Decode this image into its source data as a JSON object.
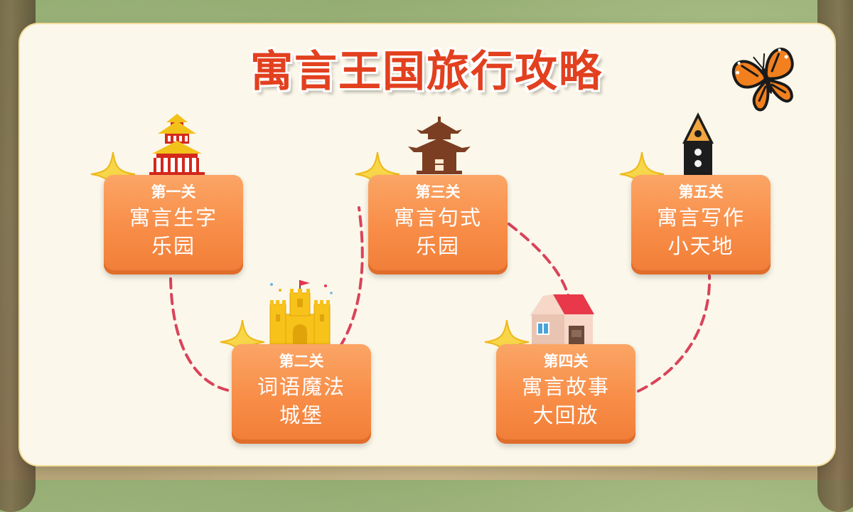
{
  "title": "寓言王国旅行攻略",
  "levels": [
    {
      "level": "第一关",
      "name_line1": "寓言生字",
      "name_line2": "乐园",
      "icon": "pagoda-icon"
    },
    {
      "level": "第二关",
      "name_line1": "词语魔法",
      "name_line2": "城堡",
      "icon": "castle-icon"
    },
    {
      "level": "第三关",
      "name_line1": "寓言句式",
      "name_line2": "乐园",
      "icon": "pavilion-icon"
    },
    {
      "level": "第四关",
      "name_line1": "寓言故事",
      "name_line2": "大回放",
      "icon": "house-icon"
    },
    {
      "level": "第五关",
      "name_line1": "寓言写作",
      "name_line2": "小天地",
      "icon": "birdhouse-icon"
    }
  ],
  "decorations": {
    "butterfly": "butterfly-icon",
    "sparkle": "star-icon"
  },
  "colors": {
    "title": "#e2401f",
    "card": "#f88d47",
    "path": "#d9435a",
    "panel": "#fbf7ea"
  }
}
